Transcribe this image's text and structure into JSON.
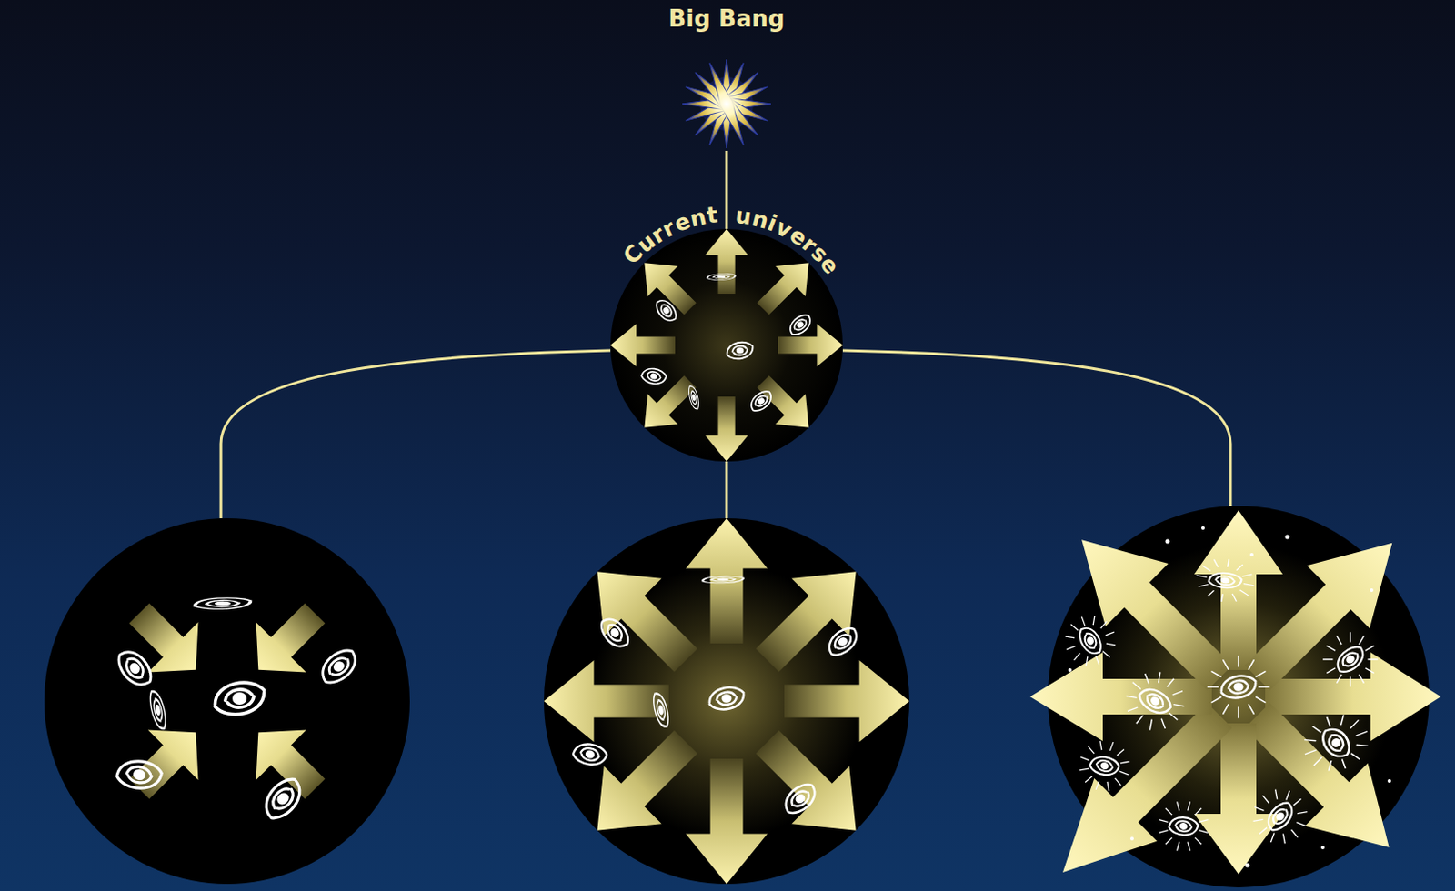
{
  "diagram": {
    "nodes": [
      {
        "text": [
          "Big Bang"
        ]
      },
      {
        "text": [
          "Current universe"
        ]
      }
    ],
    "edges": [
      {
        "from": 0,
        "to": 1,
        "arrow": "none"
      }
    ]
  }
}
